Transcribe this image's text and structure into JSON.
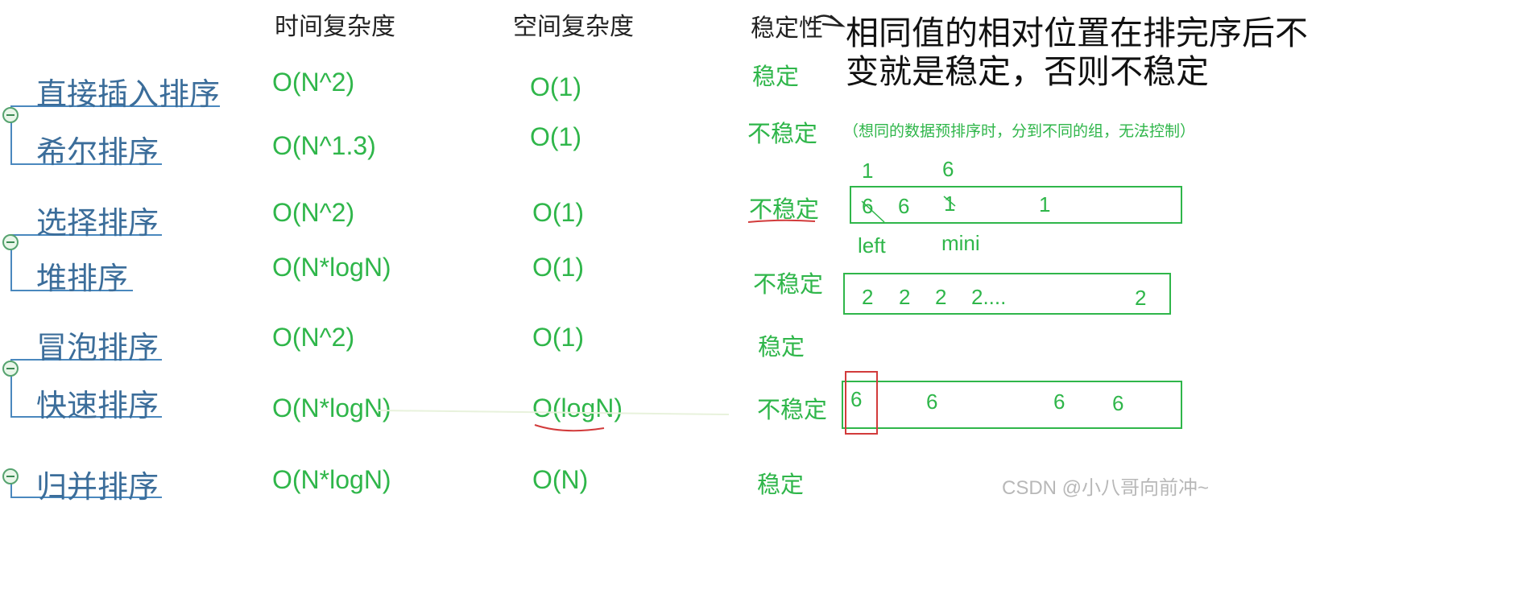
{
  "headers": {
    "time": "时间复杂度",
    "space": "空间复杂度",
    "stability": "稳定性"
  },
  "note_title": {
    "line1": "相同值的相对位置在排完序后不",
    "line2": "变就是稳定，否则不稳定"
  },
  "rows": [
    {
      "name": "直接插入排序",
      "time": "O(N^2)",
      "space": "O(1)",
      "stability": "稳定"
    },
    {
      "name": "希尔排序",
      "time": "O(N^1.3)",
      "space": "O(1)",
      "stability": "不稳定"
    },
    {
      "name": "选择排序",
      "time": "O(N^2)",
      "space": "O(1)",
      "stability": "不稳定"
    },
    {
      "name": "堆排序",
      "time": "O(N*logN)",
      "space": "O(1)",
      "stability": "不稳定"
    },
    {
      "name": "冒泡排序",
      "time": "O(N^2)",
      "space": "O(1)",
      "stability": "稳定"
    },
    {
      "name": "快速排序",
      "time": "O(N*logN)",
      "space": "O(logN)",
      "stability": "不稳定"
    },
    {
      "name": "归并排序",
      "time": "O(N*logN)",
      "space": "O(N)",
      "stability": "稳定"
    }
  ],
  "shell_note": "（想同的数据预排序时，分到不同的组，无法控制）",
  "selection_example": {
    "above": [
      "1",
      "6"
    ],
    "cells": [
      "6",
      "6",
      "1",
      "1"
    ],
    "labels": [
      "left",
      "mini"
    ]
  },
  "heap_example": {
    "cells": [
      "2",
      "2",
      "2",
      "2....",
      "2"
    ]
  },
  "quick_example": {
    "cells": [
      "6",
      "6",
      "6",
      "6"
    ]
  },
  "watermark": "CSDN @小八哥向前冲~",
  "colors": {
    "green": "#2fb64a",
    "blue_text": "#3b6d9a",
    "red": "#d23b3b"
  }
}
